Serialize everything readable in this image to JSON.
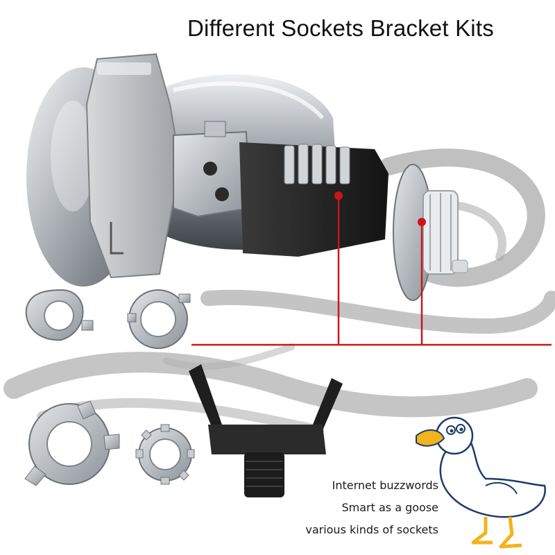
{
  "header": {
    "title": "Different Sockets Bracket Kits"
  },
  "captions": {
    "line1": "Internet buzzwords",
    "line2": "Smart as a goose",
    "line3": "various kinds of sockets"
  },
  "colors": {
    "marker_red": "#c8161d",
    "shell_grey": "#b9bcbf",
    "chrome": "#d4d7da",
    "bracket_black": "#222222",
    "ink_grey": "#8a8a8a"
  },
  "illustration": {
    "subject": "projector-lens-headlight",
    "accessories": [
      "socket-ring",
      "socket-ring-tabbed",
      "large-tab-ring",
      "toothed-socket-ring",
      "y-bracket"
    ],
    "mascot": "cartoon-goose"
  }
}
